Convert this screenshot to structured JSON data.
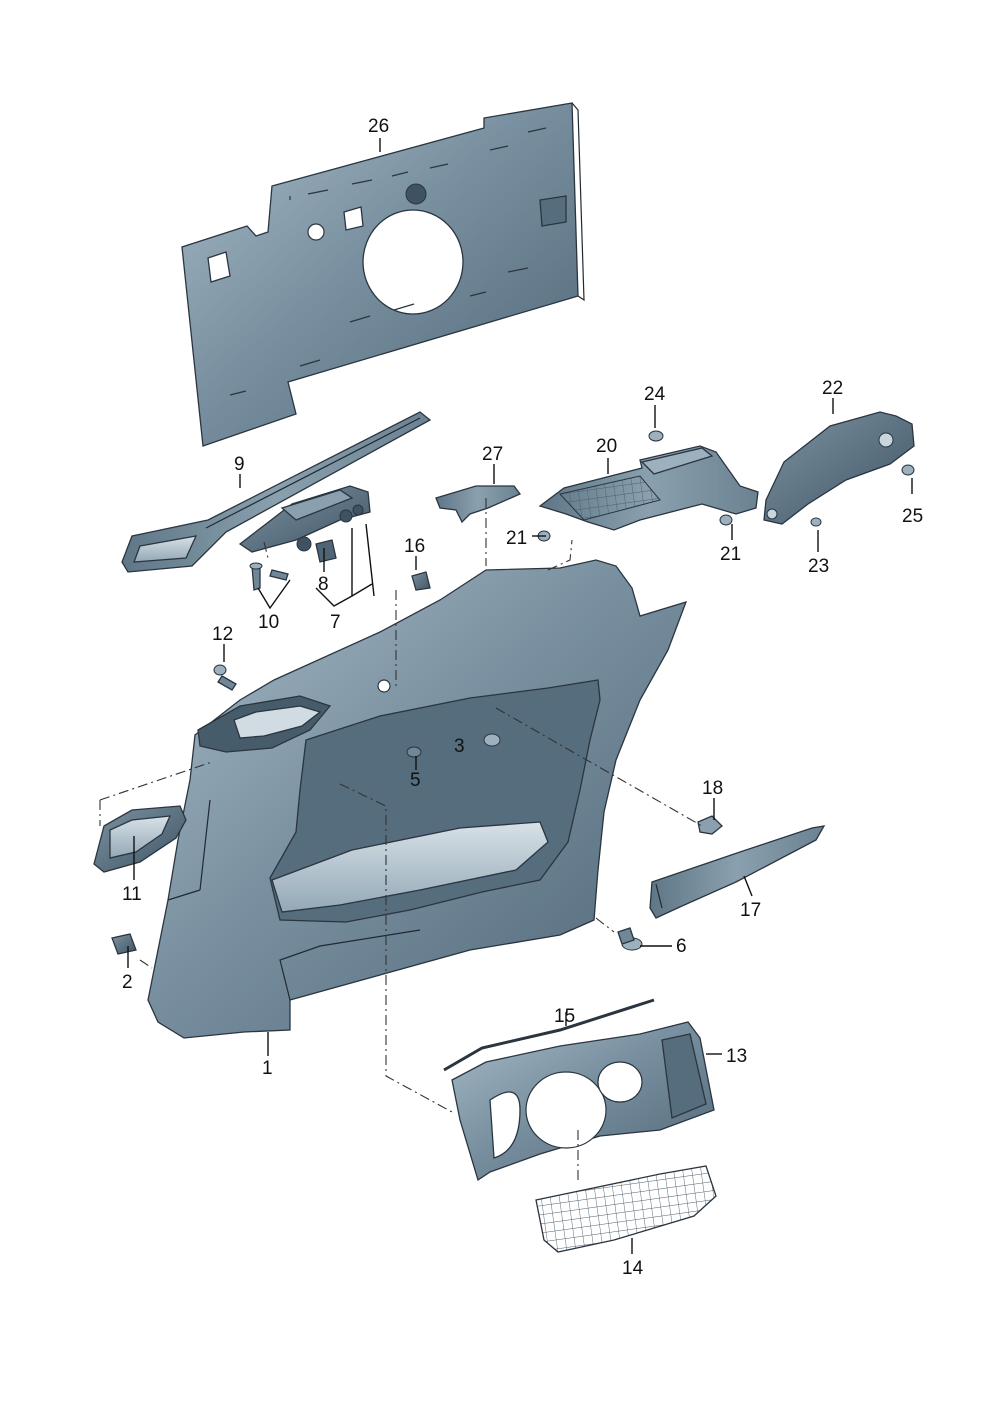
{
  "diagram": {
    "colors": {
      "part_fill": "#6f8797",
      "part_fill_light": "#9cb0bd",
      "part_fill_dark": "#4e6575",
      "highlight": "#c9d6de",
      "line": "#111111",
      "background": "#ffffff"
    },
    "callouts": {
      "c1": "1",
      "c2": "2",
      "c3": "3",
      "c5": "5",
      "c6": "6",
      "c7": "7",
      "c8": "8",
      "c9": "9",
      "c10": "10",
      "c11": "11",
      "c12": "12",
      "c13": "13",
      "c14": "14",
      "c15": "15",
      "c16": "16",
      "c17": "17",
      "c18": "18",
      "c20": "20",
      "c21a": "21",
      "c21b": "21",
      "c22": "22",
      "c23": "23",
      "c24": "24",
      "c25": "25",
      "c26": "26",
      "c27": "27"
    }
  }
}
